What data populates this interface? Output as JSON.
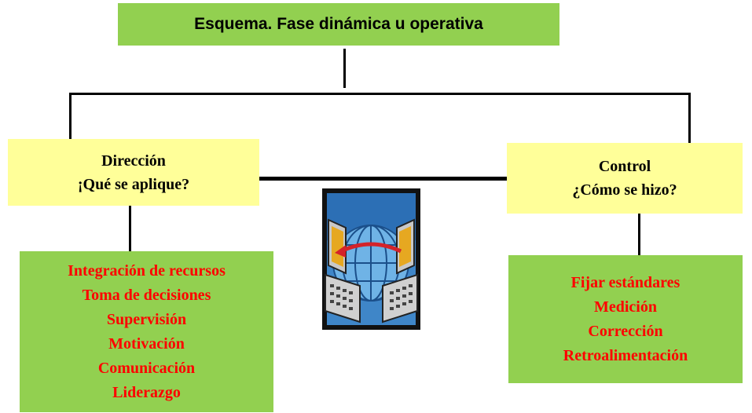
{
  "title": "Esquema. Fase dinámica u operativa",
  "direccion": {
    "heading": "Dirección",
    "question": "¡Qué se aplique?",
    "items": [
      "Integración de recursos",
      "Toma de decisiones",
      "Supervisión",
      "Motivación",
      "Comunicación",
      "Liderazgo"
    ]
  },
  "control": {
    "heading": "Control",
    "question": "¿Cómo se hizo?",
    "items": [
      "Fijar estándares",
      "Medición",
      "Corrección",
      "Retroalimentación"
    ]
  },
  "icon": "network-computers-icon",
  "colors": {
    "title_bg": "#92d050",
    "phase_bg": "#ffff99",
    "list_bg": "#92d050",
    "list_text": "#ff0000"
  }
}
